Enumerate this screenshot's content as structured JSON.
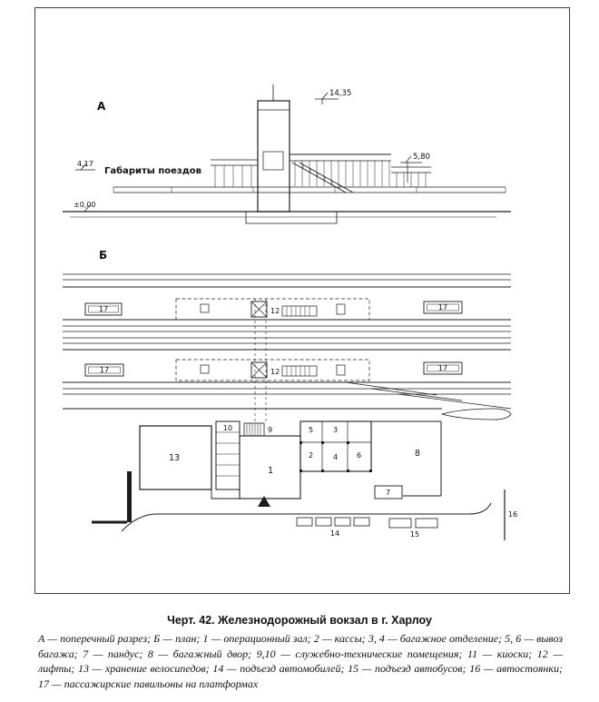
{
  "figure": {
    "caption": "Черт. 42. Железнодорожный вокзал в г. Харлоу",
    "legend": "А — поперечный разрез; Б — план; 1 — операционный зал; 2 — кассы; 3, 4 — багажное отделение; 5, 6 — вывоз багажа; 7 — пандус; 8 — багажный двор; 9,10 — служебно-технические помещения; 11 — киоски; 12 — лифты; 13 — хранение велосипедов; 14 — подъезд автомобилей; 15 — подъезд автобусов; 16 — автостоянки; 17 — пассажирские павильоны на платформах"
  },
  "sectionA": {
    "label": "А",
    "dim_top": "14,35",
    "dim_right": "5,80",
    "dim_left": "4,17",
    "dim_zero": "±0,00",
    "clearance": "Габариты поездов"
  },
  "planB": {
    "label": "Б",
    "pavilion": "17",
    "lift": "12",
    "hall": "1",
    "cash": "2",
    "baggage_a": "3",
    "baggage_b": "4",
    "export_a": "5",
    "export_b": "6",
    "ramp": "7",
    "yard": "8",
    "service_a": "9",
    "service_b": "10",
    "bikes": "13",
    "cars": "14",
    "buses": "15",
    "parking": "16"
  }
}
